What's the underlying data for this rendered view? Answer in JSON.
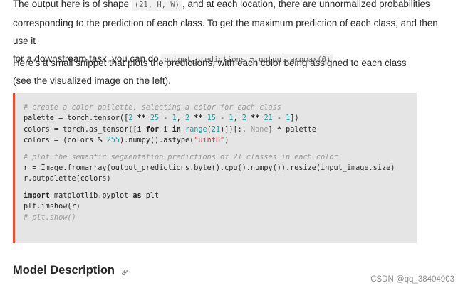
{
  "para1": {
    "line1_prefix": "The output here is of shape ",
    "line1_code": "(21, H, W)",
    "line1_suffix": ", and at each location, there are unnormalized probabilities",
    "line2": "corresponding to the prediction of each class. To get the maximum prediction of each class, and then use it",
    "line3_prefix": "for a downstream task, you can do ",
    "line3_code": "output_predictions = output.argmax(0)",
    "line3_suffix": "."
  },
  "para2": {
    "text": "Here's a small snippet that plots the predictions, with each color being assigned to each class (see the visualized image on the left)."
  },
  "code": {
    "l1": "# create a color pallette, selecting a color for each class",
    "l2_a": "palette = torch.tensor([",
    "l2_n1": "2",
    "l2_op1": " ** ",
    "l2_n2": "25",
    "l2_b": " - ",
    "l2_n3": "1",
    "l2_c": ", ",
    "l2_n4": "2",
    "l2_op2": " ** ",
    "l2_n5": "15",
    "l2_d": " - ",
    "l2_n6": "1",
    "l2_e": ", ",
    "l2_n7": "2",
    "l2_op3": " ** ",
    "l2_n8": "21",
    "l2_f": " - ",
    "l2_n9": "1",
    "l2_g": "])",
    "l3_a": "colors = torch.as_tensor([i ",
    "l3_for": "for",
    "l3_b": " i ",
    "l3_in": "in",
    "l3_c": " ",
    "l3_range": "range",
    "l3_d": "(",
    "l3_n": "21",
    "l3_e": ")])[:, ",
    "l3_none": "None",
    "l3_f": "] ",
    "l3_star": "*",
    "l3_g": " palette",
    "l4_a": "colors = (colors ",
    "l4_op": "%",
    "l4_b": " ",
    "l4_n": "255",
    "l4_c": ").numpy().astype(",
    "l4_str": "\"uint8\"",
    "l4_d": ")",
    "l5": "# plot the semantic segmentation predictions of 21 classes in each color",
    "l6": "r = Image.fromarray(output_predictions.byte().cpu().numpy()).resize(input_image.size)",
    "l7": "r.putpalette(colors)",
    "l8_import": "import",
    "l8_b": " matplotlib.pyplot ",
    "l8_as": "as",
    "l8_c": " plt",
    "l9": "plt.imshow(r)",
    "l10": "# plt.show()"
  },
  "heading": {
    "text": "Model Description",
    "icon": "link-icon"
  },
  "watermark": {
    "text": "CSDN @qq_38404903"
  },
  "colors": {
    "accent": "#ee4c2c",
    "code_bg": "#e5e5e5",
    "number": "#1a9aa0",
    "string": "#c23a3a",
    "comment": "#999999"
  }
}
